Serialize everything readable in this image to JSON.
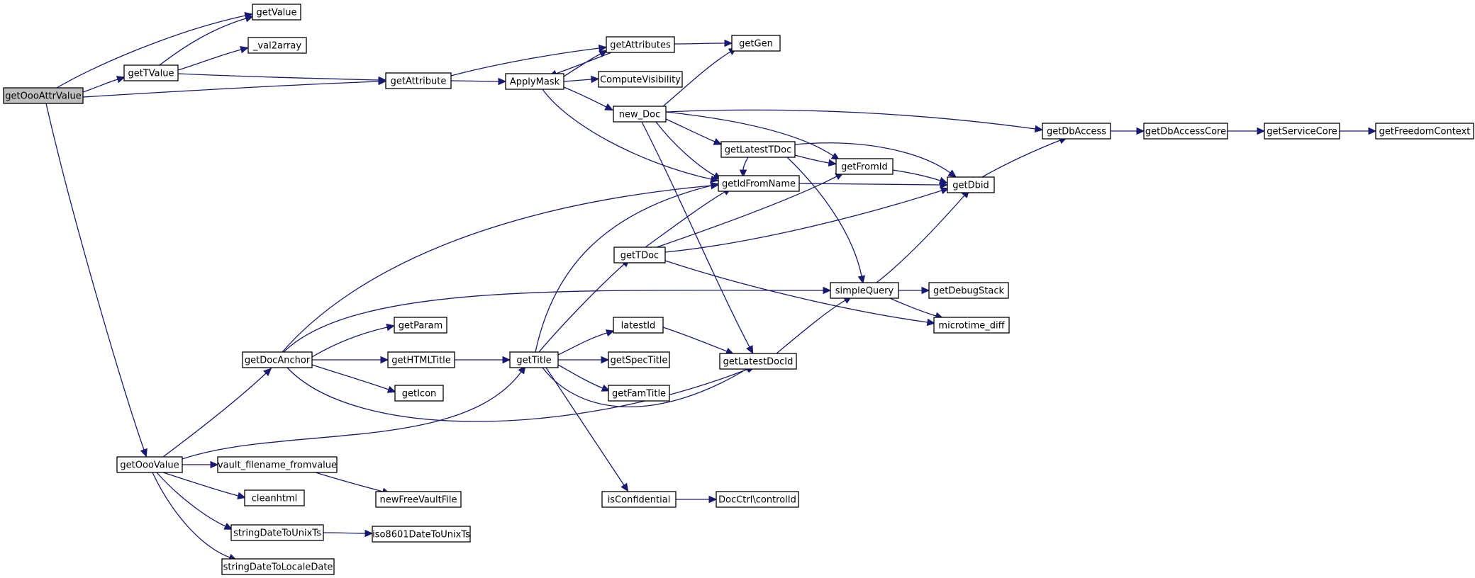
{
  "nodes": [
    {
      "id": "getOooAttrValue",
      "label": "getOooAttrValue",
      "root": true
    },
    {
      "id": "getValue",
      "label": "getValue"
    },
    {
      "id": "getTValue",
      "label": "getTValue"
    },
    {
      "id": "val2array",
      "label": "_val2array"
    },
    {
      "id": "getAttribute",
      "label": "getAttribute"
    },
    {
      "id": "getAttributes",
      "label": "getAttributes"
    },
    {
      "id": "getGen",
      "label": "getGen"
    },
    {
      "id": "ApplyMask",
      "label": "ApplyMask"
    },
    {
      "id": "ComputeVisibility",
      "label": "ComputeVisibility"
    },
    {
      "id": "new_Doc",
      "label": "new_Doc"
    },
    {
      "id": "getDbAccess",
      "label": "getDbAccess"
    },
    {
      "id": "getDbAccessCore",
      "label": "getDbAccessCore"
    },
    {
      "id": "getServiceCore",
      "label": "getServiceCore"
    },
    {
      "id": "getFreedomContext",
      "label": "getFreedomContext"
    },
    {
      "id": "getLatestTDoc",
      "label": "getLatestTDoc"
    },
    {
      "id": "getFromId",
      "label": "getFromId"
    },
    {
      "id": "getIdFromName",
      "label": "getIdFromName"
    },
    {
      "id": "getDbid",
      "label": "getDbid"
    },
    {
      "id": "getTDoc",
      "label": "getTDoc"
    },
    {
      "id": "simpleQuery",
      "label": "simpleQuery"
    },
    {
      "id": "getDebugStack",
      "label": "getDebugStack"
    },
    {
      "id": "microtime_diff",
      "label": "microtime_diff"
    },
    {
      "id": "getParam",
      "label": "getParam"
    },
    {
      "id": "latestId",
      "label": "latestId"
    },
    {
      "id": "getDocAnchor",
      "label": "getDocAnchor"
    },
    {
      "id": "getHTMLTitle",
      "label": "getHTMLTitle"
    },
    {
      "id": "getTitle",
      "label": "getTitle"
    },
    {
      "id": "getSpecTitle",
      "label": "getSpecTitle"
    },
    {
      "id": "getLatestDocId",
      "label": "getLatestDocId"
    },
    {
      "id": "getIcon",
      "label": "getIcon"
    },
    {
      "id": "getFamTitle",
      "label": "getFamTitle"
    },
    {
      "id": "getOooValue",
      "label": "getOooValue"
    },
    {
      "id": "vault_filename_fromvalue",
      "label": "vault_filename_fromvalue"
    },
    {
      "id": "newFreeVaultFile",
      "label": "newFreeVaultFile"
    },
    {
      "id": "cleanhtml",
      "label": "cleanhtml"
    },
    {
      "id": "isConfidential",
      "label": "isConfidential"
    },
    {
      "id": "controlId",
      "label": "DocCtrl\\controlId"
    },
    {
      "id": "stringDateToUnixTs",
      "label": "stringDateToUnixTs"
    },
    {
      "id": "iso8601DateToUnixTs",
      "label": "iso8601DateToUnixTs"
    },
    {
      "id": "stringDateToLocaleDate",
      "label": "stringDateToLocaleDate"
    }
  ],
  "edges": [
    {
      "from": "getOooAttrValue",
      "to": "getValue"
    },
    {
      "from": "getOooAttrValue",
      "to": "getTValue"
    },
    {
      "from": "getOooAttrValue",
      "to": "getAttribute"
    },
    {
      "from": "getOooAttrValue",
      "to": "getOooValue"
    },
    {
      "from": "getTValue",
      "to": "getValue"
    },
    {
      "from": "getTValue",
      "to": "val2array"
    },
    {
      "from": "getTValue",
      "to": "getAttribute"
    },
    {
      "from": "getAttribute",
      "to": "getAttributes"
    },
    {
      "from": "getAttribute",
      "to": "ApplyMask"
    },
    {
      "from": "getAttributes",
      "to": "getGen"
    },
    {
      "from": "getAttributes",
      "to": "ApplyMask"
    },
    {
      "from": "ApplyMask",
      "to": "getAttributes"
    },
    {
      "from": "ApplyMask",
      "to": "ComputeVisibility"
    },
    {
      "from": "ApplyMask",
      "to": "new_Doc"
    },
    {
      "from": "ApplyMask",
      "to": "getIdFromName"
    },
    {
      "from": "new_Doc",
      "to": "getGen"
    },
    {
      "from": "new_Doc",
      "to": "getDbAccess"
    },
    {
      "from": "new_Doc",
      "to": "getLatestTDoc"
    },
    {
      "from": "new_Doc",
      "to": "getFromId"
    },
    {
      "from": "new_Doc",
      "to": "getIdFromName"
    },
    {
      "from": "new_Doc",
      "to": "getLatestDocId"
    },
    {
      "from": "getDbAccess",
      "to": "getDbAccessCore"
    },
    {
      "from": "getDbAccessCore",
      "to": "getServiceCore"
    },
    {
      "from": "getServiceCore",
      "to": "getFreedomContext"
    },
    {
      "from": "getLatestTDoc",
      "to": "getFromId"
    },
    {
      "from": "getLatestTDoc",
      "to": "getIdFromName"
    },
    {
      "from": "getLatestTDoc",
      "to": "getDbid"
    },
    {
      "from": "getLatestTDoc",
      "to": "simpleQuery"
    },
    {
      "from": "getFromId",
      "to": "getDbid"
    },
    {
      "from": "getIdFromName",
      "to": "getDbid"
    },
    {
      "from": "getDbid",
      "to": "getDbAccess"
    },
    {
      "from": "getTDoc",
      "to": "getIdFromName"
    },
    {
      "from": "getTDoc",
      "to": "getFromId"
    },
    {
      "from": "getTDoc",
      "to": "getDbid"
    },
    {
      "from": "getTDoc",
      "to": "microtime_diff"
    },
    {
      "from": "simpleQuery",
      "to": "getDbid"
    },
    {
      "from": "simpleQuery",
      "to": "getDebugStack"
    },
    {
      "from": "simpleQuery",
      "to": "microtime_diff"
    },
    {
      "from": "latestId",
      "to": "getLatestDocId"
    },
    {
      "from": "getLatestDocId",
      "to": "simpleQuery"
    },
    {
      "from": "getDocAnchor",
      "to": "getIdFromName"
    },
    {
      "from": "getDocAnchor",
      "to": "simpleQuery"
    },
    {
      "from": "getDocAnchor",
      "to": "getParam"
    },
    {
      "from": "getDocAnchor",
      "to": "getHTMLTitle"
    },
    {
      "from": "getDocAnchor",
      "to": "getIcon"
    },
    {
      "from": "getDocAnchor",
      "to": "getLatestDocId"
    },
    {
      "from": "getHTMLTitle",
      "to": "getTitle"
    },
    {
      "from": "getTitle",
      "to": "getIdFromName"
    },
    {
      "from": "getTitle",
      "to": "getTDoc"
    },
    {
      "from": "getTitle",
      "to": "latestId"
    },
    {
      "from": "getTitle",
      "to": "getSpecTitle"
    },
    {
      "from": "getTitle",
      "to": "getFamTitle"
    },
    {
      "from": "getTitle",
      "to": "getLatestDocId"
    },
    {
      "from": "getTitle",
      "to": "isConfidential"
    },
    {
      "from": "isConfidential",
      "to": "controlId"
    },
    {
      "from": "getOooValue",
      "to": "getDocAnchor"
    },
    {
      "from": "getOooValue",
      "to": "getTitle"
    },
    {
      "from": "getOooValue",
      "to": "vault_filename_fromvalue"
    },
    {
      "from": "getOooValue",
      "to": "cleanhtml"
    },
    {
      "from": "getOooValue",
      "to": "stringDateToUnixTs"
    },
    {
      "from": "getOooValue",
      "to": "stringDateToLocaleDate"
    },
    {
      "from": "vault_filename_fromvalue",
      "to": "newFreeVaultFile"
    },
    {
      "from": "stringDateToUnixTs",
      "to": "iso8601DateToUnixTs"
    }
  ]
}
